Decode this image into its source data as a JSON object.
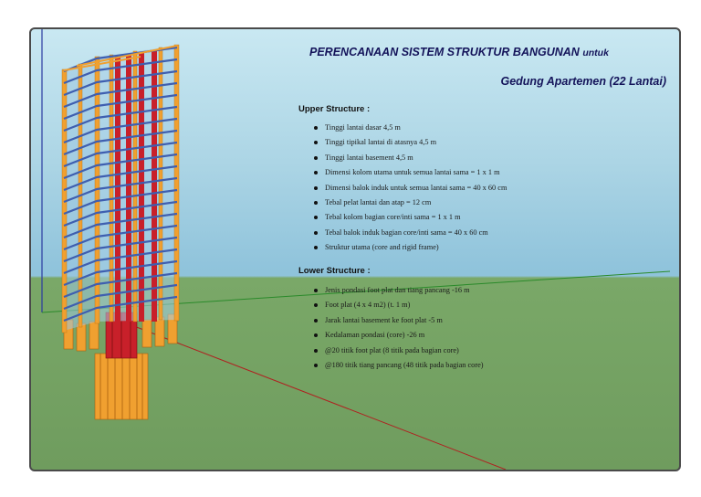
{
  "title": {
    "main": "PERENCANAAN SISTEM STRUKTUR BANGUNAN",
    "suffix": "untuk",
    "subtitle": "Gedung Apartemen (22 Lantai)"
  },
  "upper": {
    "heading": "Upper Structure :",
    "items": [
      "Tinggi lantai dasar 4,5 m",
      "Tinggi tipikal lantai di atasnya 4,5 m",
      "Tinggi lantai basement 4,5 m",
      "Dimensi kolom utama untuk semua lantai sama = 1 x 1 m",
      "Dimensi balok induk untuk semua lantai sama = 40 x 60 cm",
      "Tebal pelat lantai dan atap = 12 cm",
      "Tebal kolom bagian core/inti sama = 1 x 1 m",
      "Tebal balok induk bagian core/inti sama = 40 x 60 cm",
      "Struktur utama (core and rigid frame)"
    ]
  },
  "lower": {
    "heading": "Lower Structure :",
    "items": [
      "Jenis pondasi foot plat dan tiang pancang -16 m",
      "Foot plat (4 x 4 m2) (t. 1 m)",
      "Jarak lantai basement ke foot plat -5 m",
      "Kedalaman pondasi (core) -26 m",
      "@20 titik foot plat (8 titik pada bagian core)",
      "@180 titik tiang pancang (48 titik pada bagian core)"
    ]
  },
  "colors": {
    "title": "#14145a",
    "sky": "#acd5e5",
    "ground": "#6f9c5e",
    "frame_blue": "#3f5fb0",
    "column_orange": "#f0a030",
    "core_red": "#c8202a"
  }
}
